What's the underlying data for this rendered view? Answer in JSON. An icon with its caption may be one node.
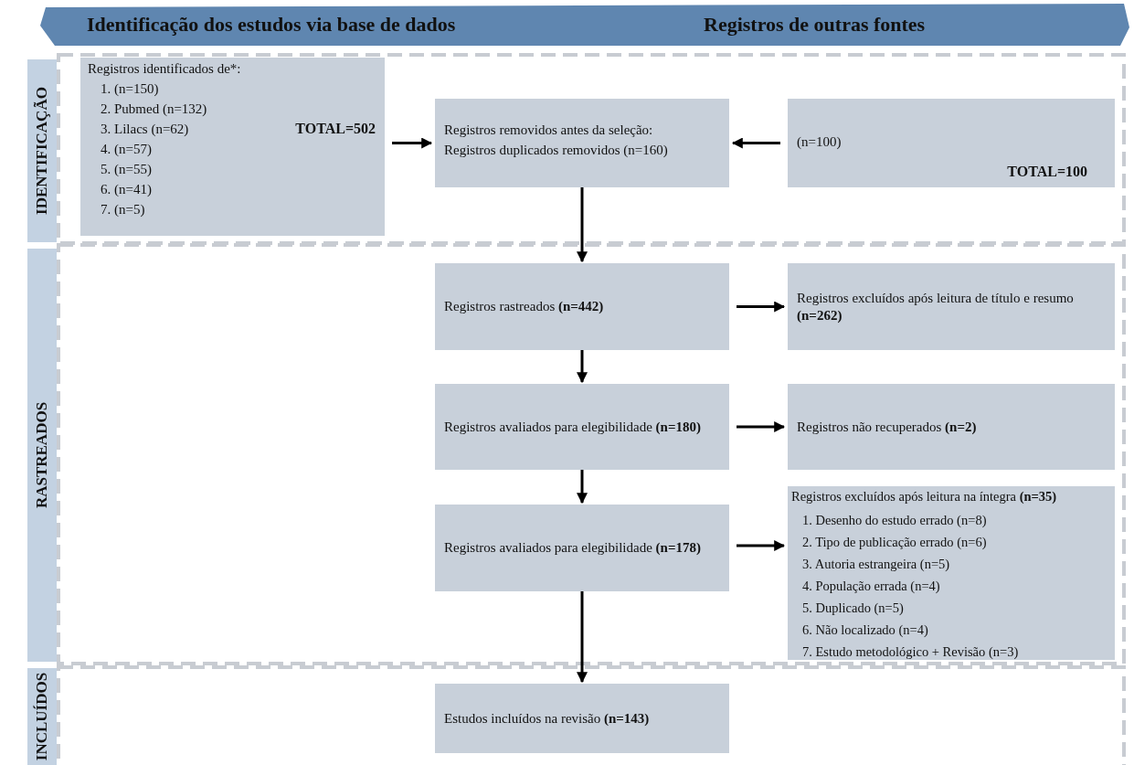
{
  "diagram": {
    "nodes": [
      {
        "text": [
          "Registros identificados de*:",
          "1. (n=150)",
          "2. Pubmed (n=132)",
          "3. Lilacs (n=62)",
          "4. (n=57)",
          "5. (n=55)",
          "6. (n=41)",
          "7. (n=5)",
          "TOTAL=502"
        ]
      },
      {
        "text": [
          "Registros removidos antes da seleção:",
          "Registros duplicados removidos (n=160)"
        ]
      },
      {
        "text": [
          "(n=100)",
          "TOTAL=100"
        ]
      },
      {
        "text": [
          "Registros rastreados **(n=442)**"
        ]
      },
      {
        "text": [
          "Registros excluídos  após leitura de título e resumo **(n=262)**"
        ]
      },
      {
        "text": [
          "Registros avaliados para elegibilidade **(n=180)**"
        ]
      },
      {
        "text": [
          "Registros não recuperados **(n=2)**"
        ]
      },
      {
        "text": [
          "Registros avaliados para elegibilidade **(n=178)**"
        ]
      },
      {
        "text": [
          "Registros excluídos após leitura na íntegra **(n=35)**",
          "1. Desenho do estudo errado (n=8)",
          "2. Tipo de publicação errado (n=6)",
          "3. Autoria estrangeira (n=5)",
          "4. População errada (n=4)",
          "5. Duplicado (n=5)",
          "6. Não localizado (n=4)",
          "7. Estudo metodológico + Revisão (n=3)"
        ]
      },
      {
        "text": [
          "Estudos incluídos na revisão **(n=143)**"
        ]
      },
      {
        "text": [
          "IDENTIFICAÇÃO"
        ]
      },
      {
        "text": [
          "RASTREADOS"
        ]
      },
      {
        "text": [
          "INCLUÍDOS"
        ]
      }
    ],
    "edges": [
      {
        "from": 0,
        "to": 1,
        "arrow": "to"
      },
      {
        "from": 2,
        "to": 1,
        "arrow": "to"
      },
      {
        "from": 1,
        "to": 3,
        "arrow": "to"
      },
      {
        "from": 3,
        "to": 4,
        "arrow": "to"
      },
      {
        "from": 3,
        "to": 5,
        "arrow": "to"
      },
      {
        "from": 5,
        "to": 6,
        "arrow": "to"
      },
      {
        "from": 5,
        "to": 7,
        "arrow": "to"
      },
      {
        "from": 7,
        "to": 8,
        "arrow": "to"
      },
      {
        "from": 7,
        "to": 9,
        "arrow": "to"
      }
    ],
    "labels": [
      "Identificação dos estudos via base de dados",
      "Registros de outras fontes"
    ]
  }
}
